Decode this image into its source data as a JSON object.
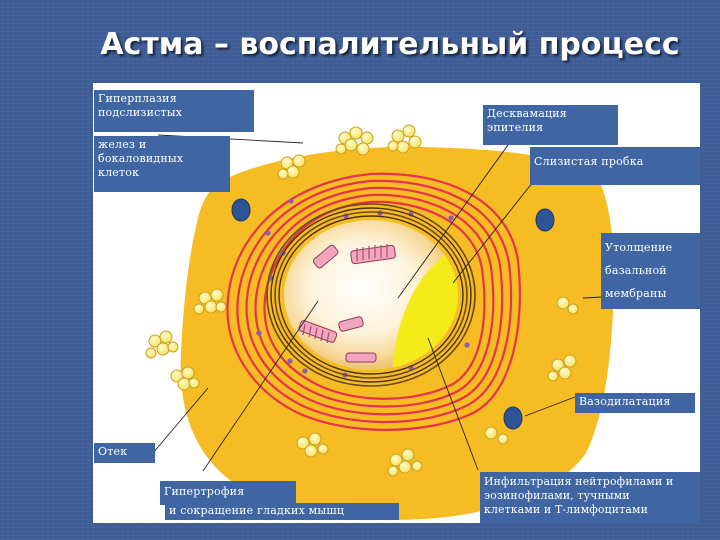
{
  "title": "Астма – воспалительный процесс",
  "labels": {
    "hyperplasia_1": "Гиперплазия",
    "hyperplasia_2": "подслизистых",
    "hyperplasia_3": "желез и",
    "hyperplasia_4": "бокаловидных",
    "hyperplasia_5": "клеток",
    "desquamation_1": "Десквамация",
    "desquamation_2": "эпителия",
    "mucus_plug": "Слизистая пробка",
    "thickening_1": "Утолщение",
    "thickening_2": "базальной",
    "thickening_3": "мембраны",
    "vasodilation": "Вазодилатация",
    "edema": "Отек",
    "hypertrophy_1": "Гипертрофия",
    "hypertrophy_2": "и сокращение гладких мышц",
    "infiltration_1": "Инфильтрация нейтрофилами и",
    "infiltration_2": "эозинофилами, тучными",
    "infiltration_3": "клетками и Т-лимфоцитами"
  },
  "colors": {
    "background": "#3f5d97",
    "label_box": "#3f66a2",
    "tissue": "#f6bc24",
    "muscle": "#e8324a",
    "mucus_plug": "#f4ec1a",
    "vessel": "#2d5596",
    "glands": "#fdf070"
  }
}
